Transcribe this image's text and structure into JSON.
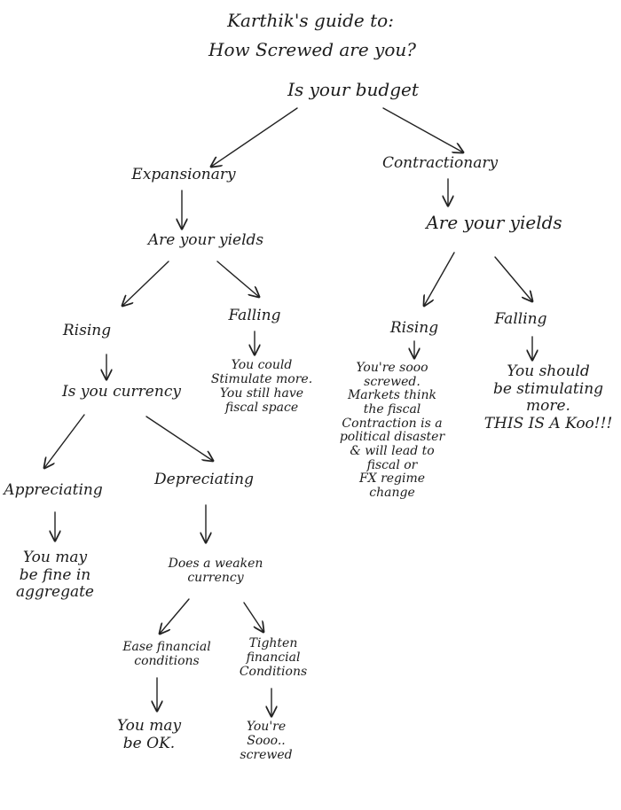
{
  "title": {
    "line1": "Karthik's guide to:",
    "line2": "How Screwed are you?"
  },
  "root": "Is your budget",
  "expansionary": {
    "label": "Expansionary",
    "question": "Are your yields",
    "rising": {
      "label": "Rising",
      "question": "Is you currency",
      "appreciating": {
        "label": "Appreciating",
        "outcome": [
          "You may",
          "be fine in",
          "aggregate"
        ]
      },
      "depreciating": {
        "label": "Depreciating",
        "question": [
          "Does a weaken",
          "currency"
        ],
        "ease": {
          "label": [
            "Ease financial",
            "conditions"
          ],
          "outcome": [
            "You may",
            "be OK."
          ]
        },
        "tighten": {
          "label": [
            "Tighten",
            "financial",
            "Conditions"
          ],
          "outcome": [
            "You're",
            "Sooo..",
            "screwed"
          ]
        }
      }
    },
    "falling": {
      "label": "Falling",
      "outcome": [
        "You could",
        "Stimulate more.",
        "You still have",
        "fiscal space"
      ]
    }
  },
  "contractionary": {
    "label": "Contractionary",
    "question": "Are your yields",
    "rising": {
      "label": "Rising",
      "outcome": [
        "You're sooo",
        "screwed.",
        "Markets think",
        "the fiscal",
        "Contraction is a",
        "political disaster",
        "& will lead to",
        "fiscal or",
        "FX regime",
        "change"
      ]
    },
    "falling": {
      "label": "Falling",
      "outcome": [
        "You should",
        "be stimulating",
        "more.",
        "THIS IS A Koo!!!"
      ]
    }
  }
}
